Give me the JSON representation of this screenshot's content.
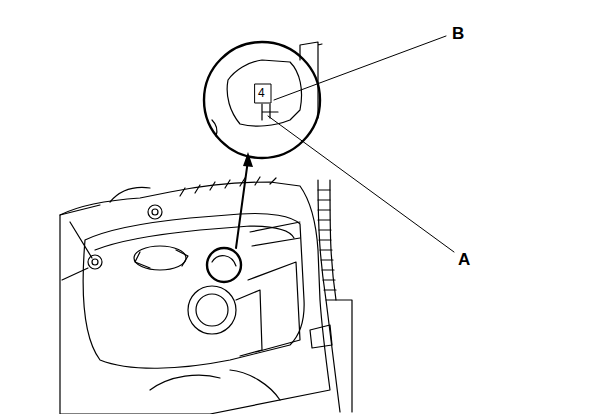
{
  "diagram": {
    "labels": [
      "B",
      "4",
      "A"
    ]
  }
}
